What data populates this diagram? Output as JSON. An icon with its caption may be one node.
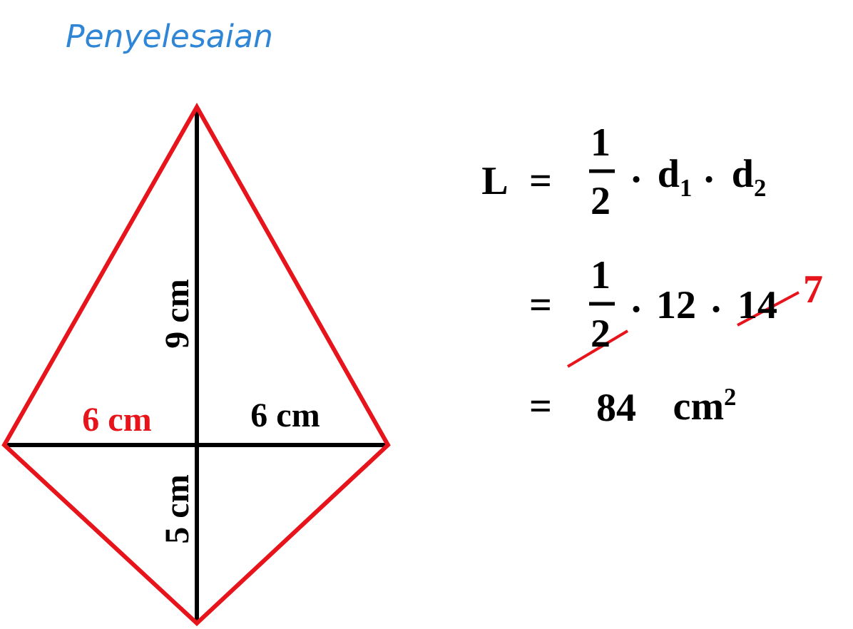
{
  "diagram": {
    "title": "Penyelesaian",
    "labels": [
      "9 cm",
      "6 cm",
      "6 cm",
      "5 cm",
      "L",
      "=",
      "1",
      "2",
      "·",
      "d$_{1}$",
      "·",
      "d$_{2}$",
      "=",
      "1",
      "2",
      "·",
      "12",
      "·",
      "14",
      "7",
      "=",
      "84",
      "cm$^{2}$"
    ]
  }
}
